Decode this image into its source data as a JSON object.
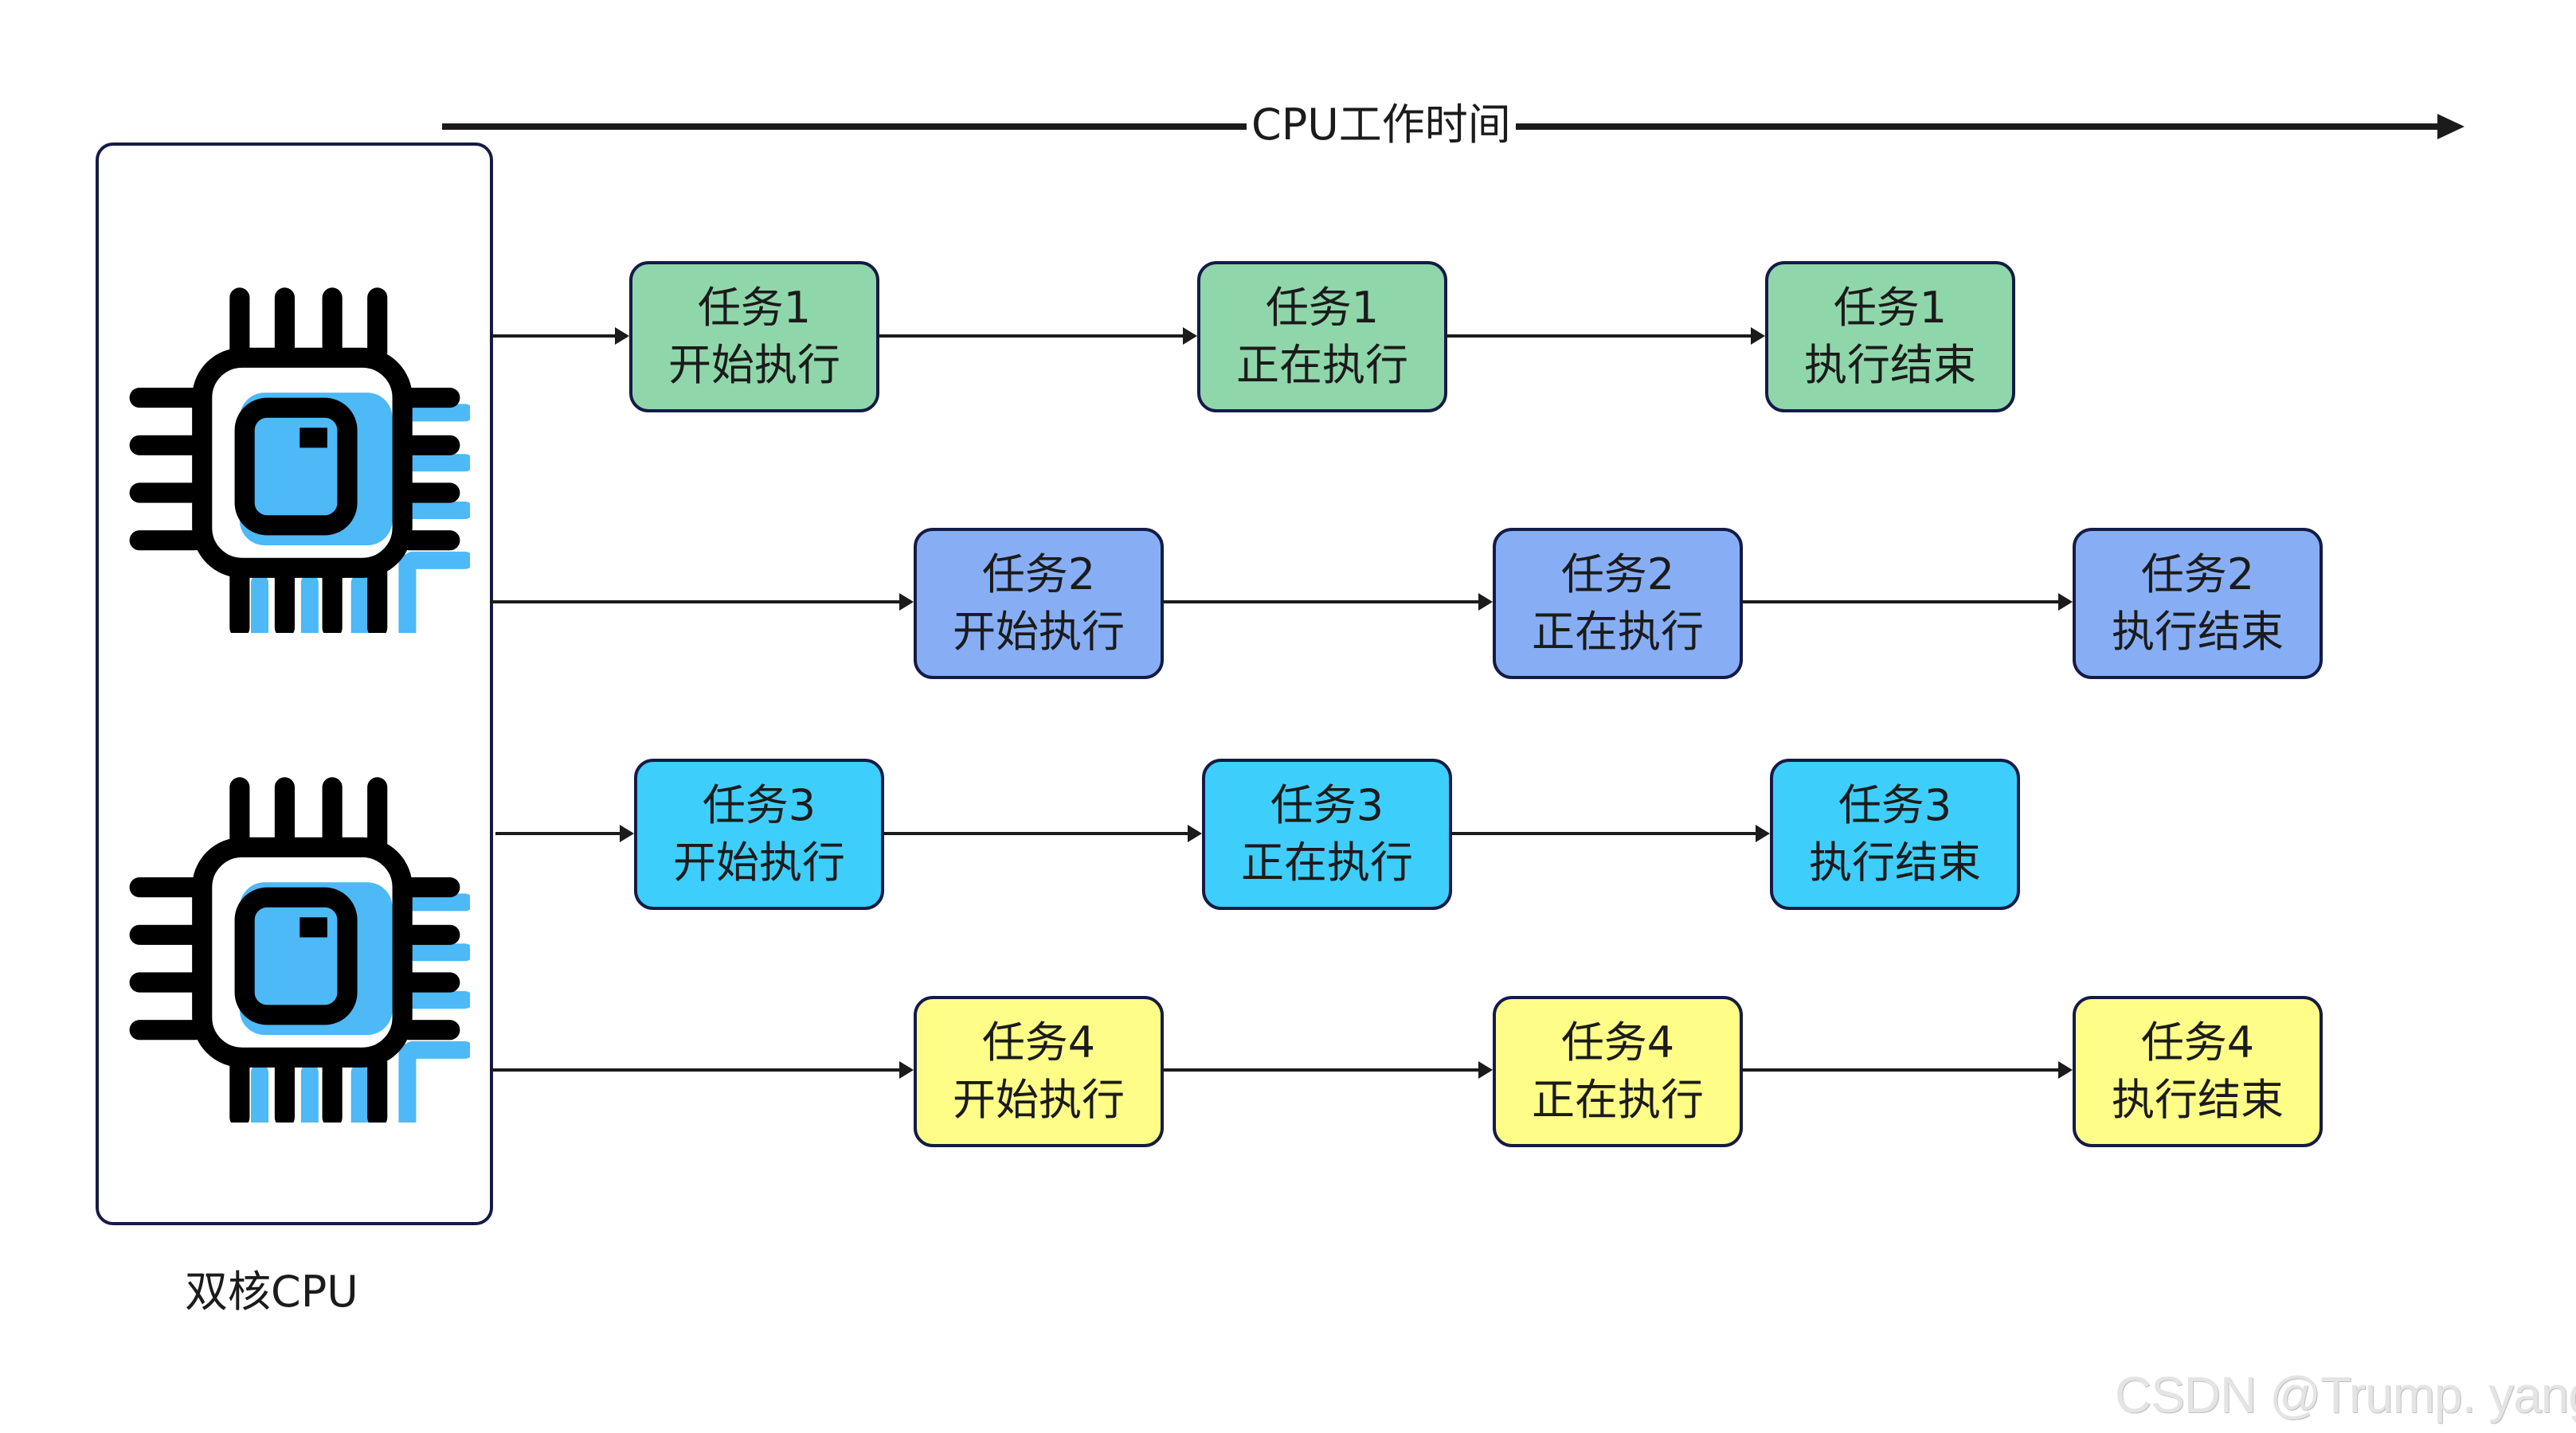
{
  "timeline": {
    "label": "CPU工作时间"
  },
  "cpu": {
    "label": "双核CPU",
    "cores": 2,
    "icon": "cpu-chip-icon",
    "accent_color": "#4DB9F6"
  },
  "tasks": [
    {
      "name": "任务1",
      "color": "#90D6AB",
      "stages": [
        {
          "title": "任务1",
          "status": "开始执行"
        },
        {
          "title": "任务1",
          "status": "正在执行"
        },
        {
          "title": "任务1",
          "status": "执行结束"
        }
      ]
    },
    {
      "name": "任务2",
      "color": "#87AEF5",
      "stages": [
        {
          "title": "任务2",
          "status": "开始执行"
        },
        {
          "title": "任务2",
          "status": "正在执行"
        },
        {
          "title": "任务2",
          "status": "执行结束"
        }
      ]
    },
    {
      "name": "任务3",
      "color": "#3ECEFB",
      "stages": [
        {
          "title": "任务3",
          "status": "开始执行"
        },
        {
          "title": "任务3",
          "status": "正在执行"
        },
        {
          "title": "任务3",
          "status": "执行结束"
        }
      ]
    },
    {
      "name": "任务4",
      "color": "#FDFD88",
      "stages": [
        {
          "title": "任务4",
          "status": "开始执行"
        },
        {
          "title": "任务4",
          "status": "正在执行"
        },
        {
          "title": "任务4",
          "status": "执行结束"
        }
      ]
    }
  ],
  "watermark": "CSDN @Trump. yang"
}
